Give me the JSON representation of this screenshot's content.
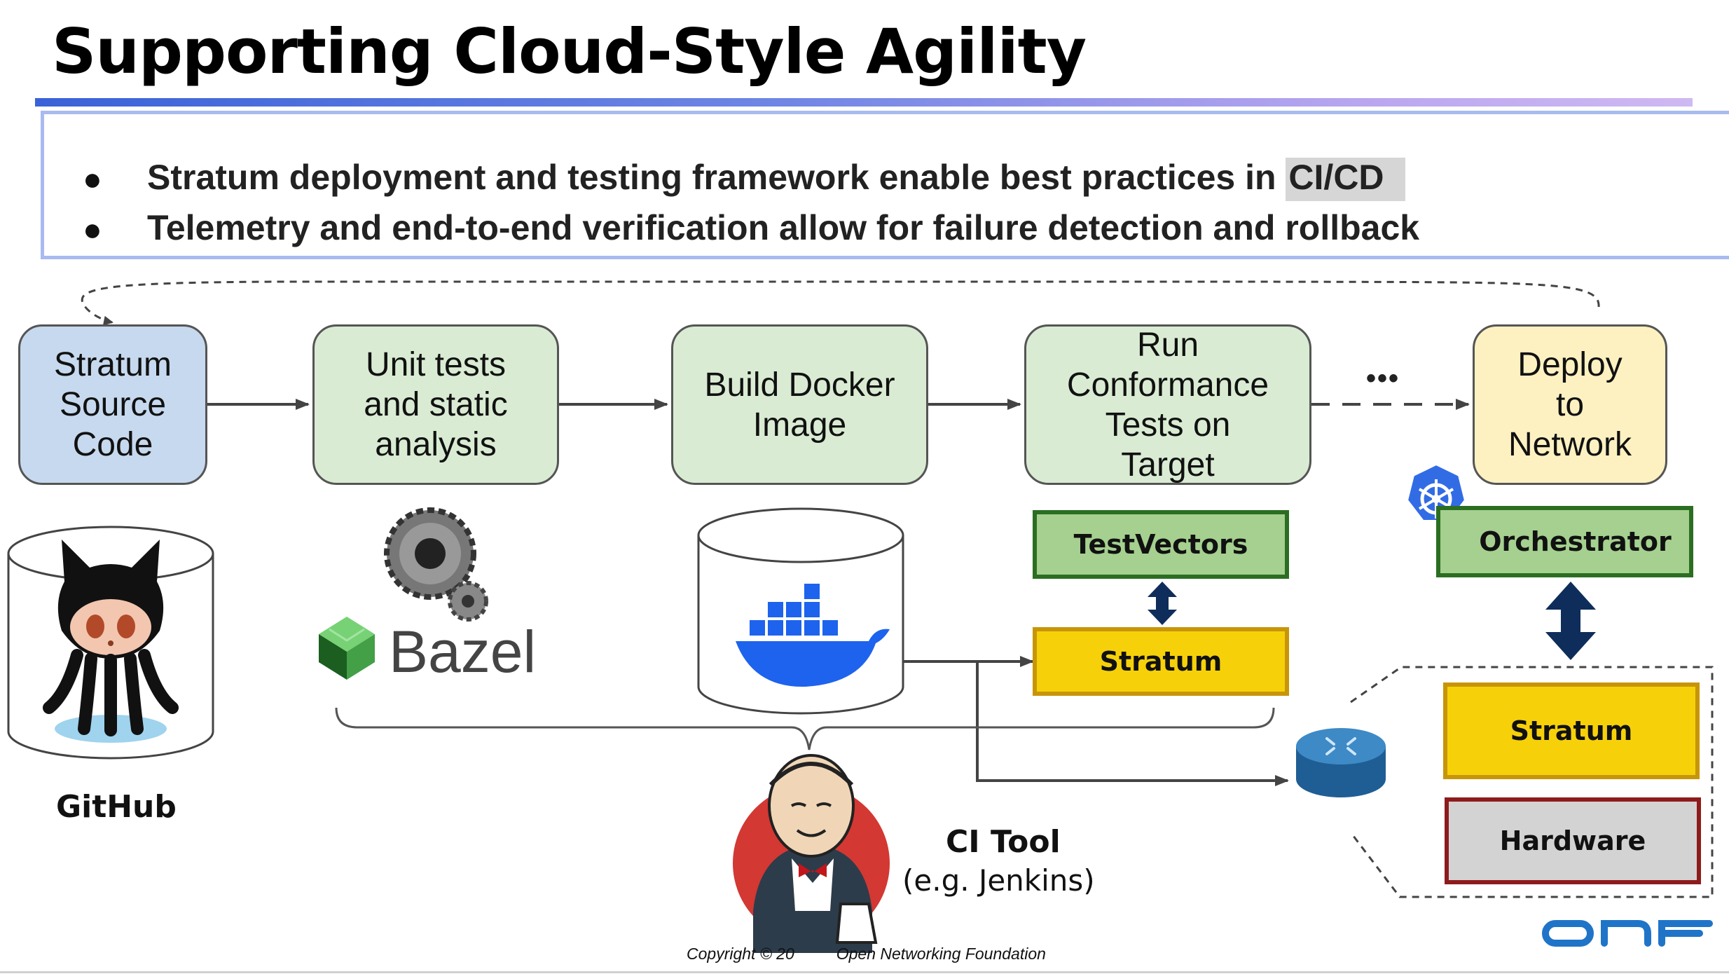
{
  "title": "Supporting Cloud-Style Agility",
  "bullets": [
    {
      "text": "Stratum deployment and testing framework enable best practices in ",
      "highlight": "CI/CD"
    },
    {
      "text": "Telemetry and end-to-end verification allow for failure detection and rollback",
      "highlight": ""
    }
  ],
  "pipeline": {
    "source": "Stratum Source Code",
    "unit_tests": "Unit tests and static analysis",
    "build": "Build Docker Image",
    "conformance": "Run Conformance Tests on Target",
    "ellipsis": "•••",
    "deploy": "Deploy to Network"
  },
  "tools": {
    "github": "GitHub",
    "bazel": "Bazel",
    "ci_tool": "CI Tool",
    "ci_example": "(e.g. Jenkins)"
  },
  "test_target": {
    "test_vectors": "TestVectors",
    "stratum": "Stratum"
  },
  "network": {
    "orchestrator": "Orchestrator",
    "stratum": "Stratum",
    "hardware": "Hardware"
  },
  "footer": {
    "copyright": "Copyright © 20",
    "copyright_org": "Open Networking Foundation",
    "logo": "onf"
  },
  "colors": {
    "stage_green": "#d9ecd3",
    "stage_blue": "#c6d9ef",
    "stage_yellow": "#fdf1c2",
    "stratum_yellow": "#f6d10a",
    "orchestrator_green": "#a5d08f",
    "hardware_gray": "#d3d3d3",
    "arrow_navy": "#0f2d5a",
    "onf_blue": "#1f74c8"
  }
}
